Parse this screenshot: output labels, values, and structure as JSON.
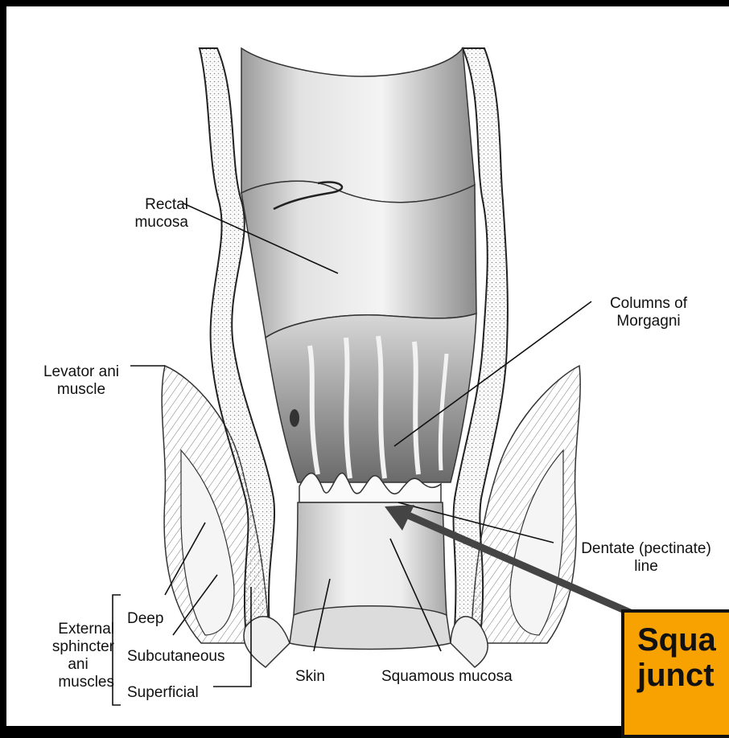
{
  "labels": {
    "rectal_mucosa": [
      "Rectal",
      "mucosa"
    ],
    "columns_of_morgagni": [
      "Columns of",
      "Morgagni"
    ],
    "levator_ani": [
      "Levator ani",
      "muscle"
    ],
    "dentate_line": [
      "Dentate (pectinate)",
      "line"
    ],
    "external_sphincter": [
      "External",
      "sphincter",
      "ani",
      "muscles"
    ],
    "deep": "Deep",
    "subcutaneous": "Subcutaneous",
    "superficial": "Superficial",
    "skin": "Skin",
    "squamous_mucosa": "Squamous mucosa"
  },
  "callout": {
    "lines": [
      "Squa",
      "junct"
    ],
    "color": "#f7a200"
  },
  "colors": {
    "frame": "#000000",
    "ink": "#111111",
    "arrow": "#444444"
  }
}
